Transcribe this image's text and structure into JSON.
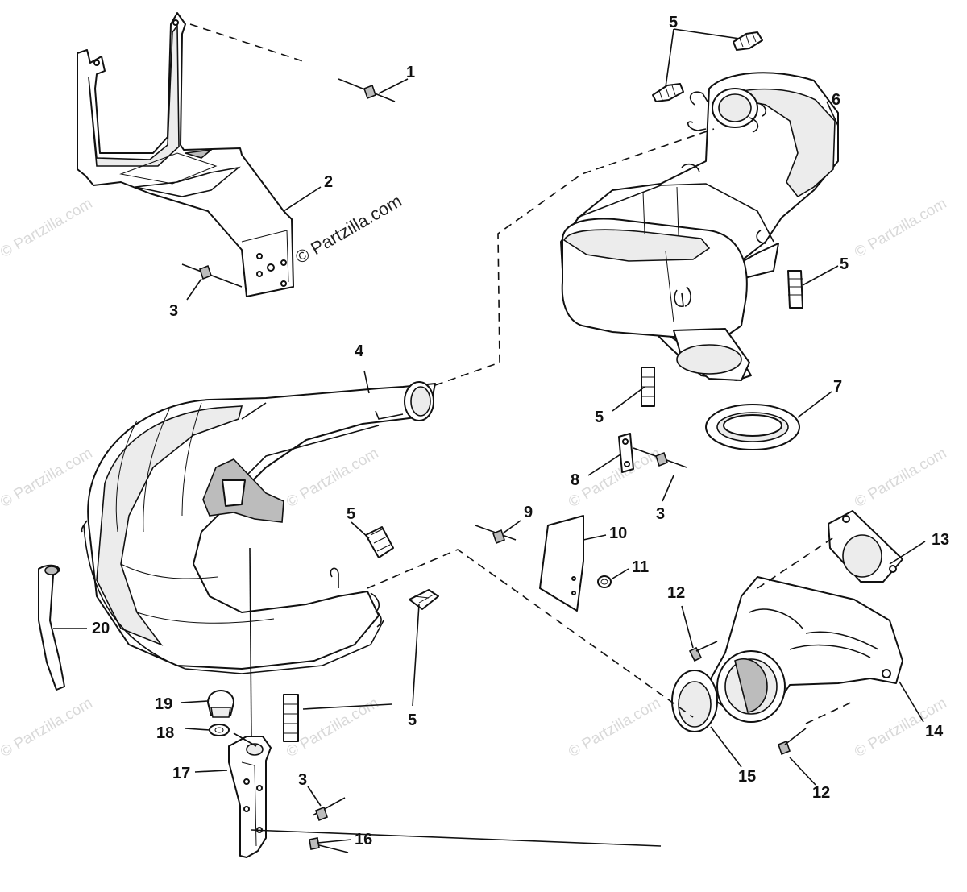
{
  "watermark": {
    "main": "© Partzilla.com",
    "faint": "© Partzilla.com"
  },
  "callouts": {
    "c1": "1",
    "c2": "2",
    "c3a": "3",
    "c3b": "3",
    "c3c": "3",
    "c4": "4",
    "c5a": "5",
    "c5b": "5",
    "c5c": "5",
    "c5d": "5",
    "c5e": "5",
    "c6": "6",
    "c7": "7",
    "c8": "8",
    "c9": "9",
    "c10": "10",
    "c11": "11",
    "c12a": "12",
    "c12b": "12",
    "c13": "13",
    "c14": "14",
    "c15": "15",
    "c16": "16",
    "c17": "17",
    "c18": "18",
    "c19": "19",
    "c20": "20"
  }
}
